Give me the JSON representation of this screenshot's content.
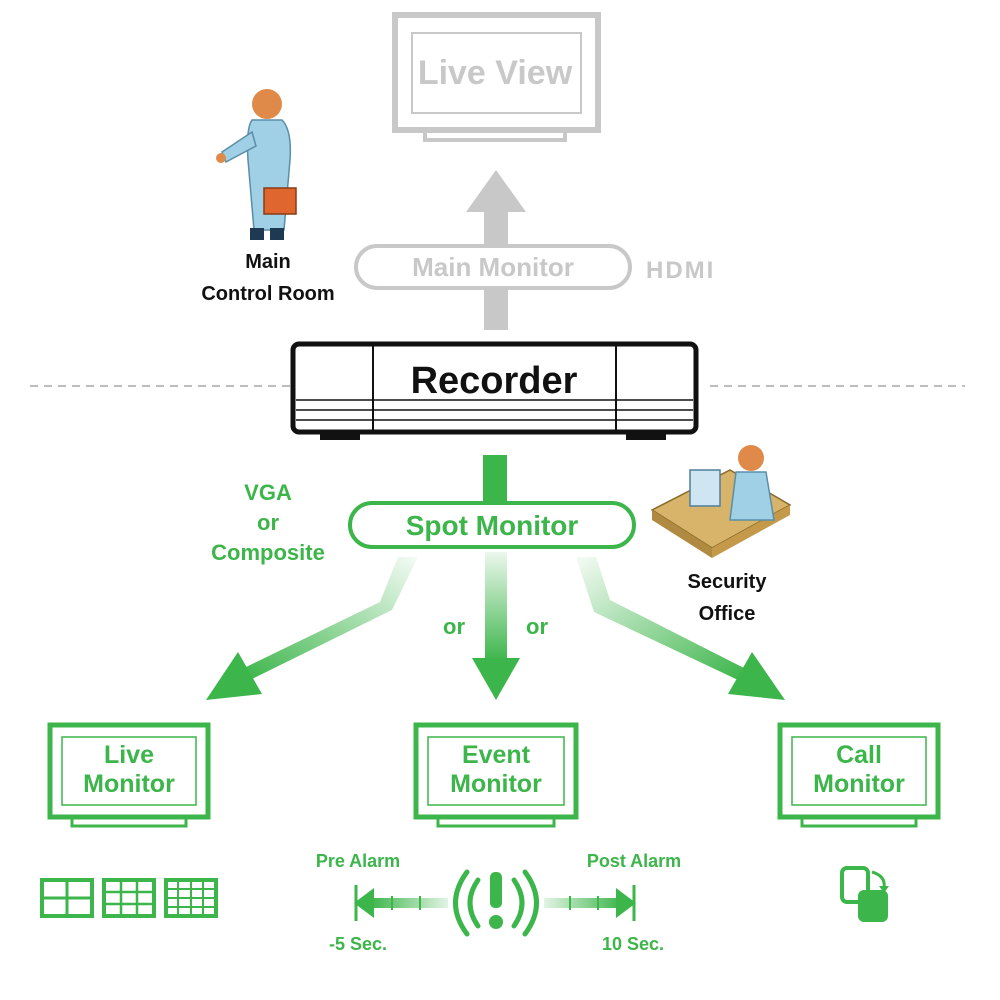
{
  "top": {
    "live_view_label": "Live View",
    "main_monitor_label": "Main Monitor",
    "hdmi_label": "HDMI",
    "control_room_line1": "Main",
    "control_room_line2": "Control Room"
  },
  "recorder": {
    "label": "Recorder"
  },
  "spot": {
    "label": "Spot Monitor",
    "vga_line1": "VGA",
    "vga_line2": "or",
    "vga_line3": "Composite",
    "or_left": "or",
    "or_right": "or",
    "security_line1": "Security",
    "security_line2": "Office"
  },
  "monitors": {
    "live_line1": "Live",
    "live_line2": "Monitor",
    "event_line1": "Event",
    "event_line2": "Monitor",
    "call_line1": "Call",
    "call_line2": "Monitor"
  },
  "alarm": {
    "pre_label": "Pre Alarm",
    "post_label": "Post Alarm",
    "pre_time": "-5 Sec.",
    "post_time": "10 Sec."
  },
  "colors": {
    "green": "#3cb54a",
    "gray": "#c8c8c8",
    "black": "#111111"
  }
}
